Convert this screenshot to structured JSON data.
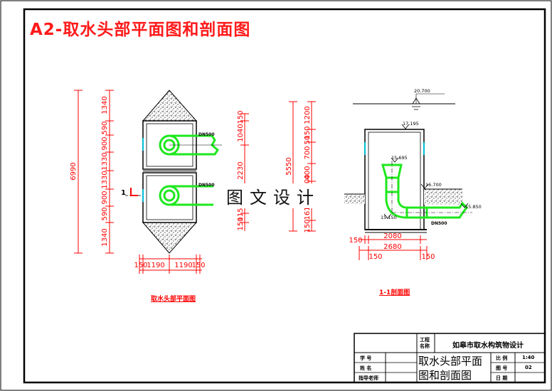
{
  "sheet_title": "A2-取水头部平面图和剖面图",
  "watermark": "图文设计",
  "plan": {
    "caption": "取水头部平面图",
    "vdims_left": [
      "6990"
    ],
    "vdims_mid": [
      "1340",
      "590",
      "900",
      "1330",
      "1330",
      "900",
      "590",
      "1340"
    ],
    "vdims_right": [
      "150",
      "1040",
      "2230",
      "115",
      "150"
    ],
    "hdims": [
      "150",
      "1190",
      "1190",
      "150"
    ],
    "pipe_label_top": "DN500",
    "pipe_label_bottom": "DN500",
    "section_mark": "1"
  },
  "section": {
    "caption": "1-1剖面图",
    "vdims_left": [
      "5550"
    ],
    "vdims_mid": [
      "1200",
      "150",
      "50",
      "700",
      "400",
      "100",
      "161",
      "150"
    ],
    "elevations": [
      "20.700",
      "17.195",
      "15.695",
      "16.700",
      "15.850",
      "15.150"
    ],
    "pipe_label": "DN500",
    "hdims_top": [
      "150",
      "2080"
    ],
    "hdims_bottom": [
      "2680",
      "150",
      "150"
    ]
  },
  "title_block": {
    "project_label": "工程名称",
    "project_name": "如皋市取水构筑物设计",
    "row_labels": [
      "学 号",
      "姓 名",
      "指导老师"
    ],
    "drawing_title_line1": "取水头部平面",
    "drawing_title_line2": "图和剖面图",
    "scale_label": "比 例",
    "scale_value": "1:40",
    "sheet_no_label": "图 号",
    "sheet_no_value": "02",
    "date_label": "日 期"
  }
}
